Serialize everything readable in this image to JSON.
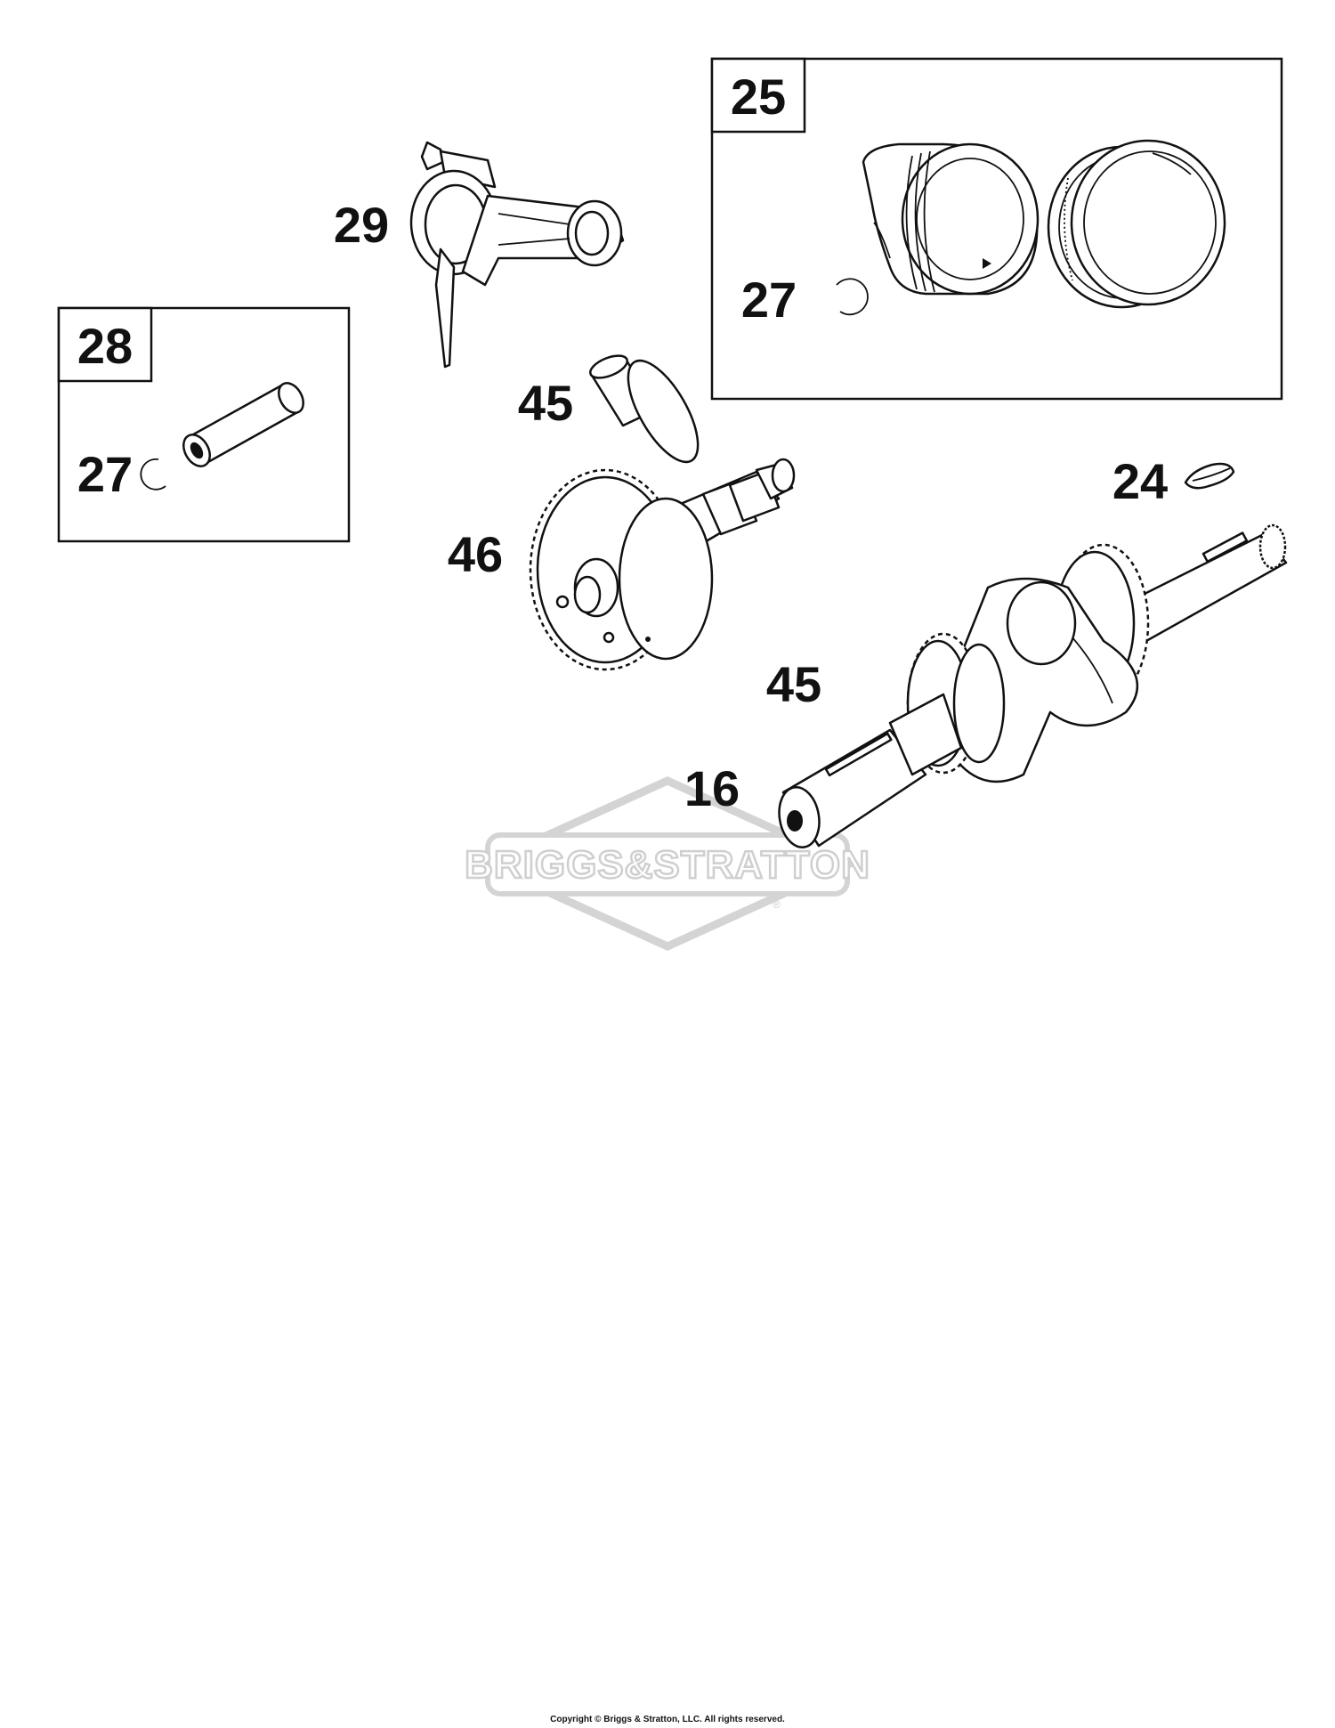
{
  "watermark": "BRIGGS&STRATTON",
  "copyright": "Copyright © Briggs & Stratton, LLC. All rights reserved.",
  "boxes": [
    {
      "number": "25",
      "callout": "27"
    },
    {
      "number": "28",
      "callout": "27"
    }
  ],
  "callouts": {
    "connecting_rod": "29",
    "tappet": "45",
    "camshaft": "46",
    "key": "24",
    "crankshaft_gear": "45",
    "crankshaft": "16"
  }
}
